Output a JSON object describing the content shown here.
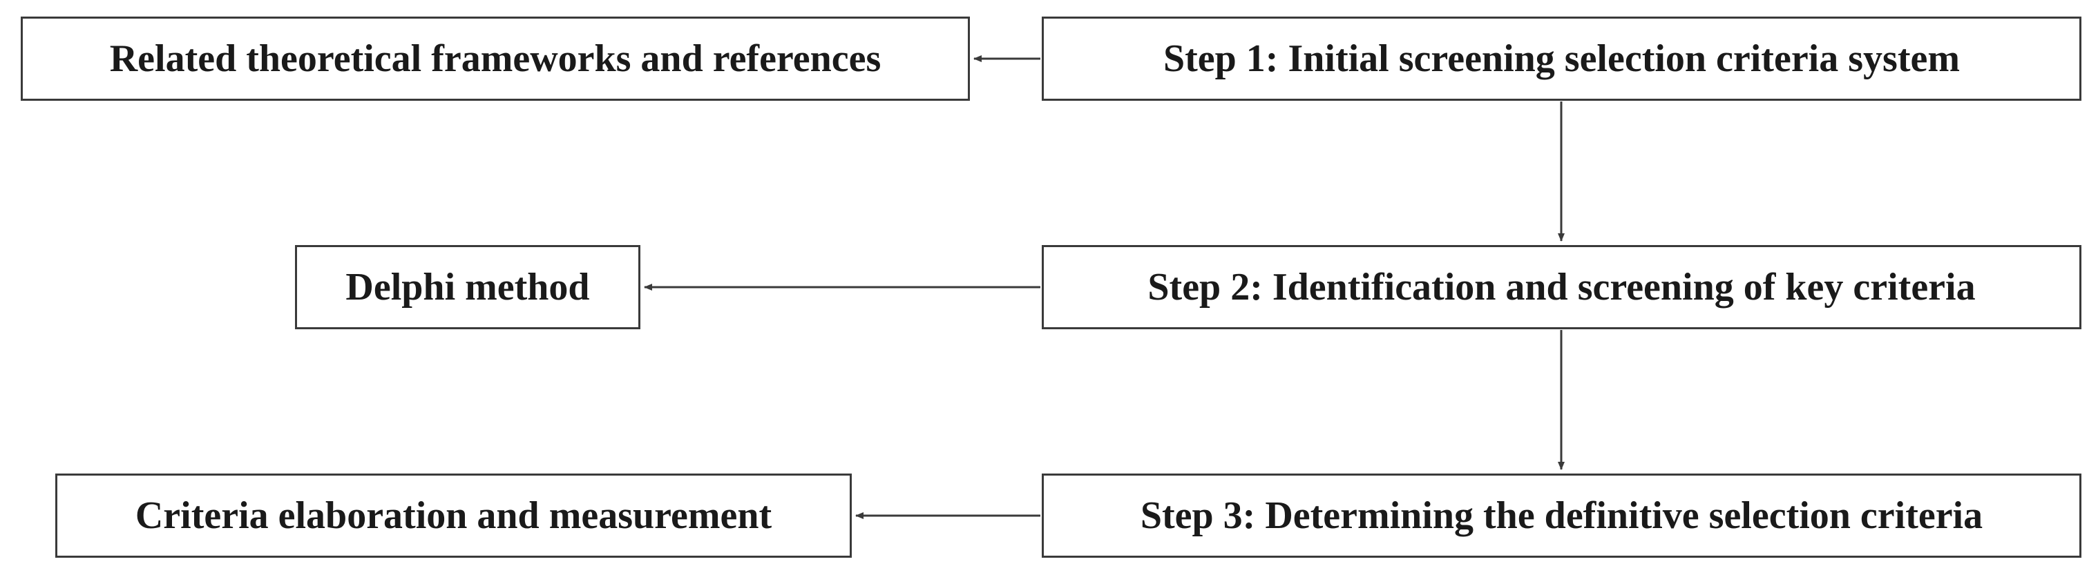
{
  "diagram": {
    "steps": [
      {
        "id": "step1",
        "label": "Step 1: Initial screening selection criteria system"
      },
      {
        "id": "step2",
        "label": "Step 2: Identification and screening of key criteria"
      },
      {
        "id": "step3",
        "label": "Step 3: Determining the definitive selection criteria"
      }
    ],
    "methods": [
      {
        "id": "method1",
        "label": "Related theoretical frameworks and references"
      },
      {
        "id": "method2",
        "label": "Delphi method"
      },
      {
        "id": "method3",
        "label": "Criteria elaboration and measurement"
      }
    ],
    "colors": {
      "line": "#3a3a3a",
      "text": "#1a1a1a",
      "background": "#ffffff"
    }
  }
}
